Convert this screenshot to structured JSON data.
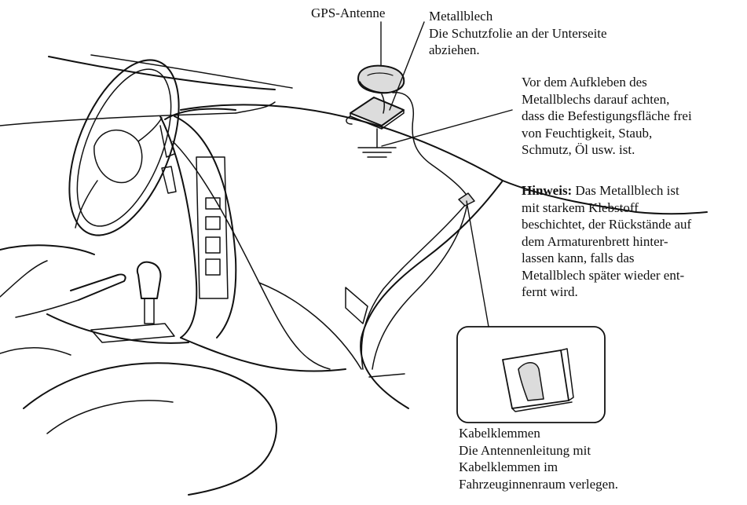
{
  "gps_antenna": {
    "label": "GPS-Antenne"
  },
  "metal_plate": {
    "title": "Metallblech",
    "instruction_lines": [
      "Die Schutzfolie an der Unterseite",
      "abziehen."
    ]
  },
  "surface_prep": {
    "lines": [
      "Vor dem Aufkleben des",
      "Metallblechs darauf achten,",
      "dass die Befestigungsfläche frei",
      "von Feuchtigkeit, Staub,",
      "Schmutz, Öl usw. ist."
    ]
  },
  "note": {
    "heading": "Hinweis:",
    "first_line_rest": " Das Metallblech ist",
    "lines": [
      "mit starkem Klebstoff",
      "beschichtet, der Rückstände auf",
      "dem Armaturenbrett hinter-",
      "lassen kann, falls das",
      "Metallblech später wieder ent-",
      "fernt wird."
    ]
  },
  "cable_clips": {
    "title": "Kabelklemmen",
    "instruction_lines": [
      "Die Antennenleitung mit",
      "Kabelklemmen im",
      "Fahrzeuginnenraum verlegen."
    ]
  },
  "colors": {
    "line": "#111111",
    "background": "#ffffff",
    "panel_fill": "#dcdcdc"
  }
}
